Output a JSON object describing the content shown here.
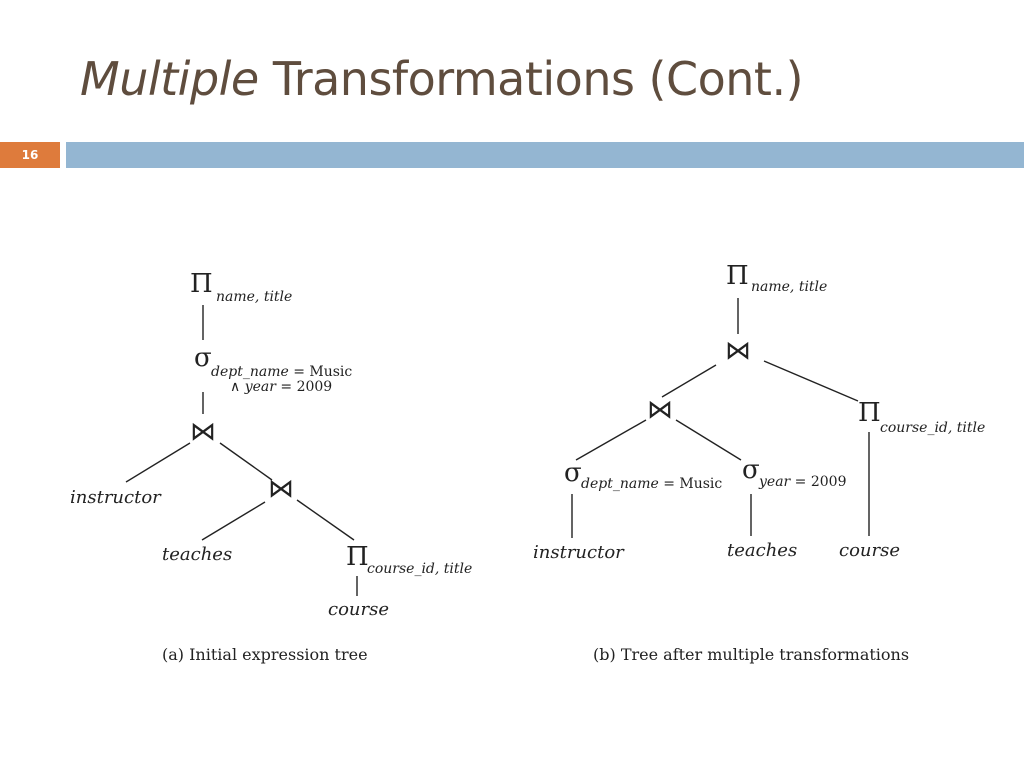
{
  "slide": {
    "title_italic": "Multiple",
    "title_rest": " Transformations (Cont.)",
    "number": "16"
  },
  "tree_a": {
    "root_op": "Π",
    "root_sub": "name, title",
    "select_op": "σ",
    "select_line1_attr": "dept_name",
    "select_line1_rest": " = Music",
    "select_line2_and": "∧ ",
    "select_line2_attr": "year",
    "select_line2_rest": " = 2009",
    "join_top": "⋈",
    "leaf_instructor": "instructor",
    "join_inner": "⋈",
    "leaf_teaches": "teaches",
    "proj_op": "Π",
    "proj_sub": "course_id, title",
    "leaf_course": "course",
    "caption": "(a) Initial expression tree"
  },
  "tree_b": {
    "root_op": "Π",
    "root_sub": "name, title",
    "join_top": "⋈",
    "join_inner": "⋈",
    "proj_op": "Π",
    "proj_sub": "course_id, title",
    "sel1_op": "σ",
    "sel1_attr": "dept_name",
    "sel1_rest": " = Music",
    "sel2_op": "σ",
    "sel2_attr": "year",
    "sel2_rest": " = 2009",
    "leaf_instructor": "instructor",
    "leaf_teaches": "teaches",
    "leaf_course": "course",
    "caption": "(b) Tree after multiple transformations"
  }
}
